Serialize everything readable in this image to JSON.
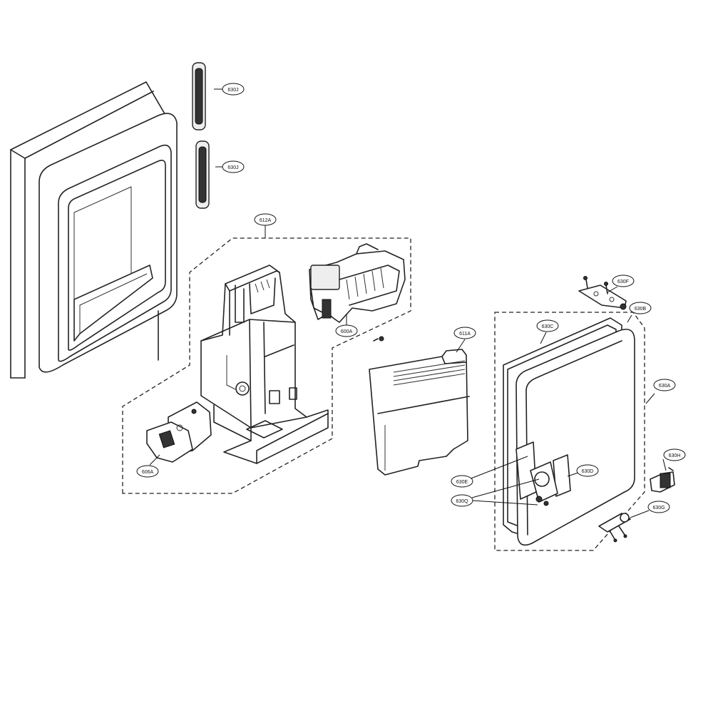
{
  "labels": {
    "p630J_a": "630J",
    "p630J_b": "630J",
    "p612A": "612A",
    "p600A": "600A",
    "p611A": "611A",
    "p606A": "606A",
    "p630F": "630F",
    "p630B": "630B",
    "p630C": "630C",
    "p630A": "630A",
    "p630H": "630H",
    "p630D": "630D",
    "p630E": "630E",
    "p630Q": "630Q",
    "p630G": "630G"
  }
}
